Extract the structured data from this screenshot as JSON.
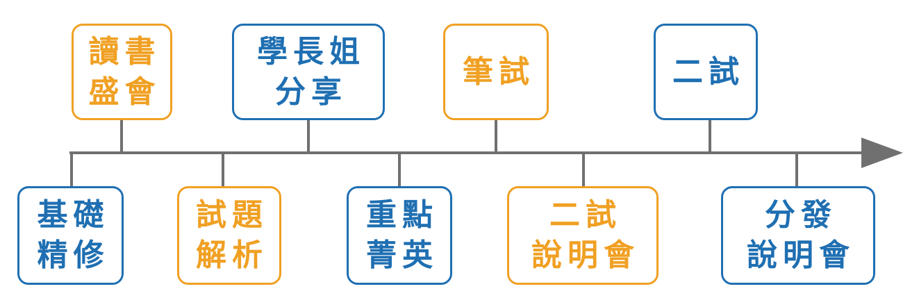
{
  "colors": {
    "axis": "#707070",
    "blue": "#1f6fb2",
    "orange": "#f0a023"
  },
  "upper_events": [
    {
      "id": "dushu",
      "label": "讀書\n盛會",
      "color": "orange"
    },
    {
      "id": "xuezhang",
      "label": "學長姐\n分享",
      "color": "blue"
    },
    {
      "id": "bishi",
      "label": "筆試",
      "color": "orange"
    },
    {
      "id": "ershi",
      "label": "二試",
      "color": "blue"
    }
  ],
  "lower_events": [
    {
      "id": "jichu",
      "label": "基礎\n精修",
      "color": "blue"
    },
    {
      "id": "shiti",
      "label": "試題\n解析",
      "color": "orange"
    },
    {
      "id": "zhongdian",
      "label": "重點\n菁英",
      "color": "blue"
    },
    {
      "id": "ershi-shuoming",
      "label": "二試\n說明會",
      "color": "orange"
    },
    {
      "id": "fenfa-shuoming",
      "label": "分發\n說明會",
      "color": "blue"
    }
  ]
}
